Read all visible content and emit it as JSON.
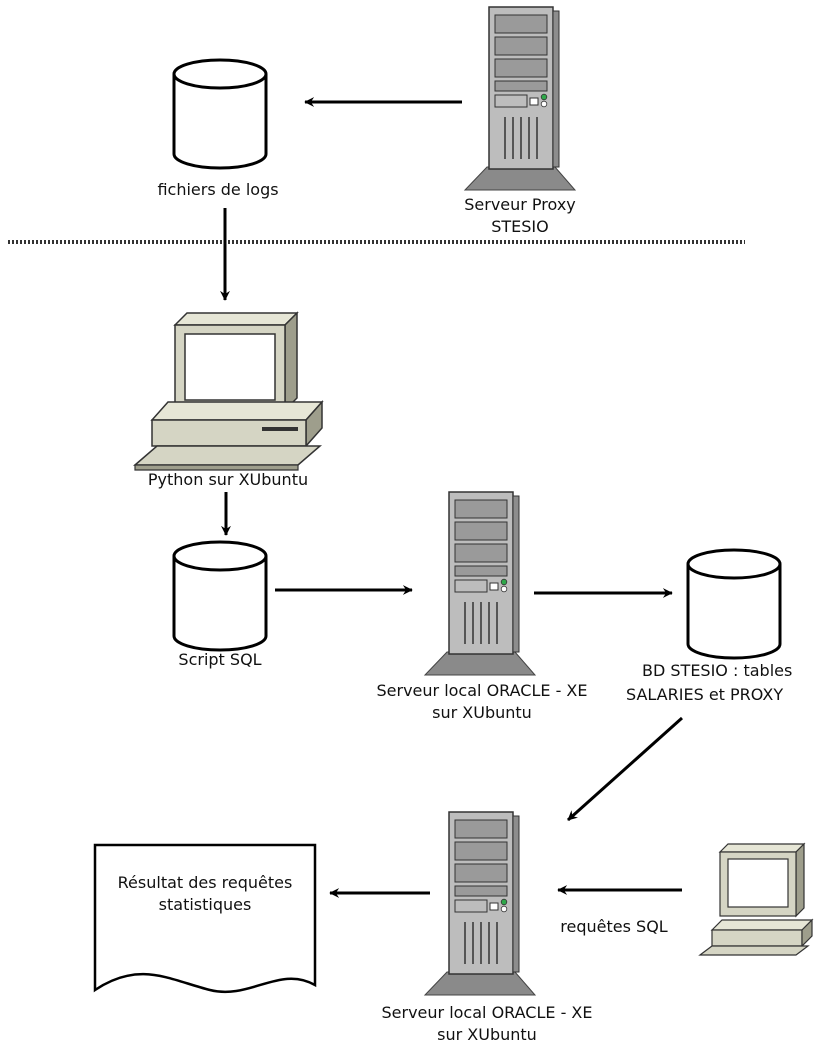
{
  "labels": {
    "log_files": "fichiers de logs",
    "proxy_server_line1": "Serveur Proxy",
    "proxy_server_line2": "STESIO",
    "python_pc": "Python sur XUbuntu",
    "sql_script": "Script SQL",
    "oracle_server_1_line1": "Serveur local ORACLE - XE",
    "oracle_server_1_line2": "sur XUbuntu",
    "database_line1": "BD STESIO : tables",
    "database_line2": "SALARIES et PROXY",
    "oracle_server_2_line1": "Serveur local ORACLE - XE",
    "oracle_server_2_line2": "sur XUbuntu",
    "result_doc_line1": "Résultat des requêtes",
    "result_doc_line2": "statistiques",
    "sql_queries": "requêtes SQL"
  },
  "colors": {
    "server_body": "#b9b9b9",
    "server_dark": "#7a7a7a",
    "server_led": "#2fa84a",
    "pc_body": "#d5d5c4",
    "pc_screen": "#ffffff",
    "line": "#000000"
  }
}
